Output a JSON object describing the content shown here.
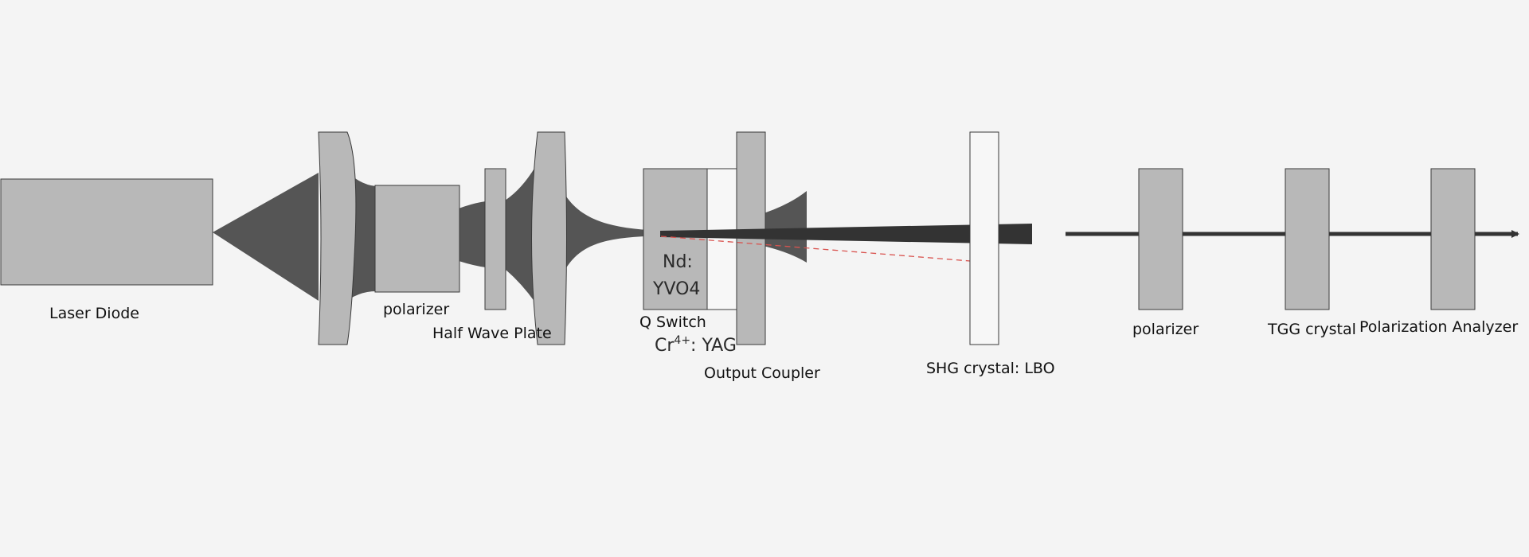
{
  "components": {
    "laser_diode": "Laser Diode",
    "polarizer_1": "polarizer",
    "half_wave_plate": "Half Wave Plate",
    "q_switch": "Q Switch",
    "q_switch_crystal_base": "Cr",
    "q_switch_crystal_sup": "4+",
    "q_switch_crystal_suffix": ": YAG",
    "gain_crystal_line1": "Nd:",
    "gain_crystal_line2": "YVO4",
    "output_coupler": "Output Coupler",
    "shg_crystal": "SHG crystal: LBO",
    "polarizer_2": "polarizer",
    "tgg_crystal": "TGG crystal",
    "polarization_analyzer": "Polarization Analyzer"
  },
  "colors": {
    "background": "#f4f4f4",
    "component_fill": "#b8b8b8",
    "beam_fill": "#555555",
    "beam_dark": "#333333",
    "shg_beam": "#d9534f"
  }
}
